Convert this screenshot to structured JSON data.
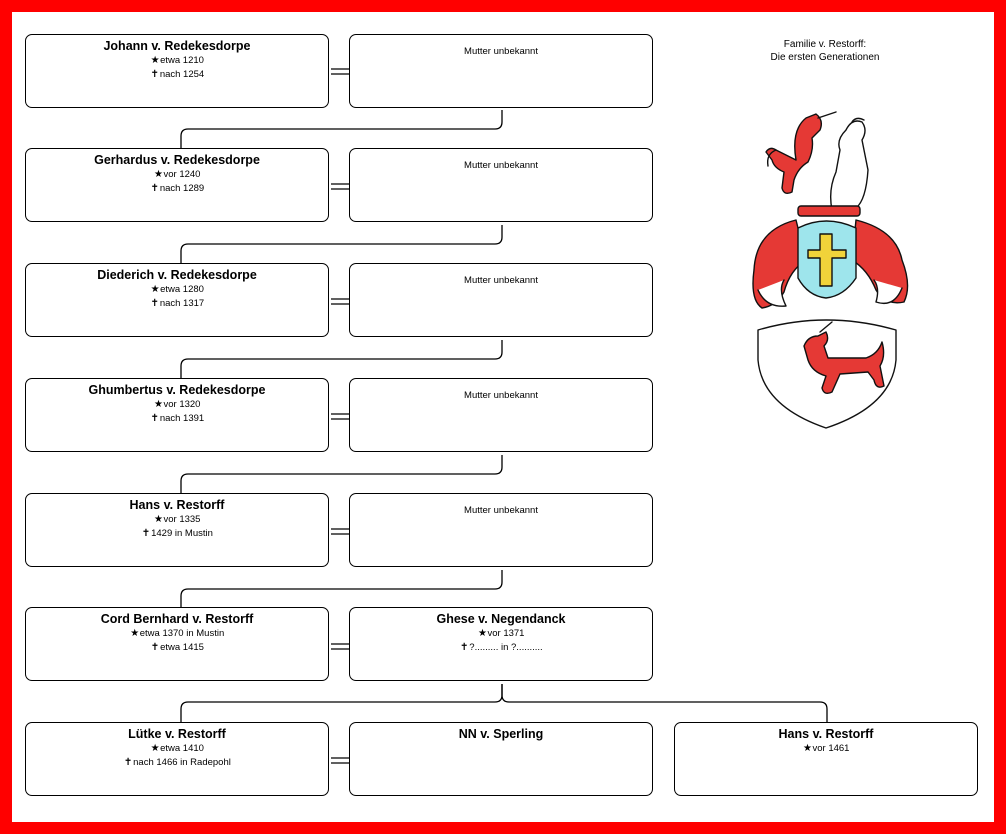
{
  "title": {
    "line1": "Familie v. Restorff:",
    "line2": "Die ersten Generationen"
  },
  "icons": {
    "birth": "star-icon",
    "death": "cross-icon",
    "crest": "coat-of-arms"
  },
  "symbols": {
    "birth": "★",
    "death": "✝"
  },
  "colors": {
    "frame": "#ff0000",
    "background": "#ffffff",
    "crest_red": "#e53935",
    "helmet_blue": "#9ee5ec",
    "cross_gold": "#f1d33a"
  },
  "generations": [
    {
      "father": {
        "name": "Johann v. Redekesdorpe",
        "birth": "etwa 1210",
        "death": "nach 1254"
      },
      "mother": {
        "note": "Mutter unbekannt"
      }
    },
    {
      "father": {
        "name": "Gerhardus v. Redekesdorpe",
        "birth": "vor 1240",
        "death": "nach 1289"
      },
      "mother": {
        "note": "Mutter unbekannt"
      }
    },
    {
      "father": {
        "name": "Diederich v. Redekesdorpe",
        "birth": "etwa 1280",
        "death": "nach 1317"
      },
      "mother": {
        "note": "Mutter unbekannt"
      }
    },
    {
      "father": {
        "name": "Ghumbertus v. Redekesdorpe",
        "birth": "vor 1320",
        "death": "nach 1391"
      },
      "mother": {
        "note": "Mutter unbekannt"
      }
    },
    {
      "father": {
        "name": "Hans v. Restorff",
        "birth": "vor 1335",
        "death": "1429 in Mustin"
      },
      "mother": {
        "note": "Mutter unbekannt"
      }
    },
    {
      "father": {
        "name": "Cord Bernhard v. Restorff",
        "birth": "etwa 1370 in Mustin",
        "death": "etwa 1415"
      },
      "mother": {
        "name": "Ghese v. Negendanck",
        "birth": "vor 1371",
        "death": "?......... in ?.........."
      }
    }
  ],
  "children": [
    {
      "name": "Lütke v. Restorff",
      "birth": "etwa 1410",
      "death": "nach 1466 in Radepohl"
    },
    {
      "name": "NN v. Sperling"
    },
    {
      "name": "Hans v. Restorff",
      "birth": "vor 1461"
    }
  ]
}
